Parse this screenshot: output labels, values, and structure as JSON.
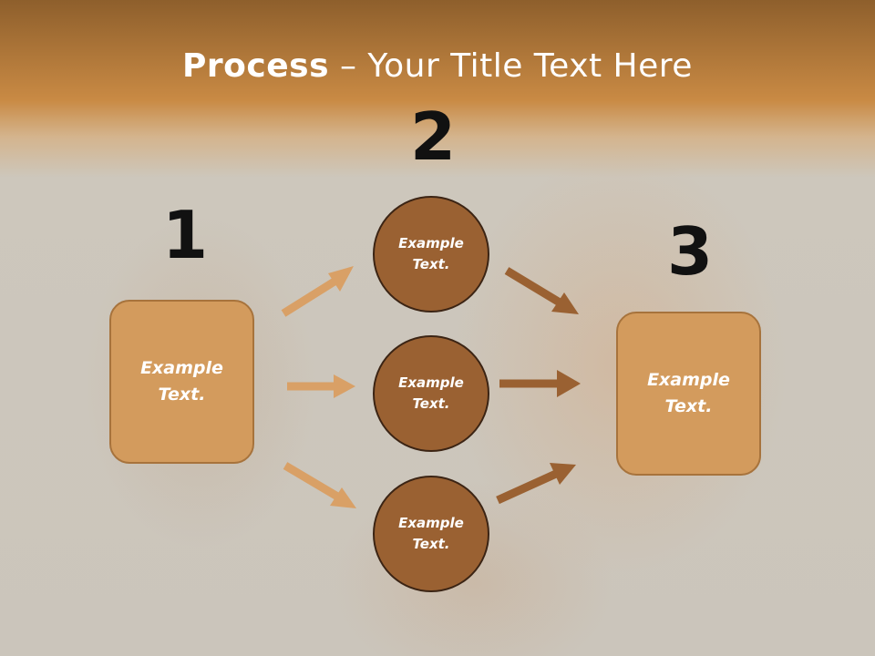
{
  "slide": {
    "title_bold": "Process",
    "title_rest": " – Your Title Text Here"
  },
  "steps": {
    "num1": "1",
    "num2": "2",
    "num3": "3"
  },
  "nodes": {
    "left_box": "Example\nText.",
    "circle_top": "Example\nText.",
    "circle_mid": "Example\nText.",
    "circle_bottom": "Example\nText.",
    "right_box": "Example\nText."
  },
  "colors": {
    "light_arrow": "#d9a066",
    "dark_arrow": "#9a6132"
  }
}
